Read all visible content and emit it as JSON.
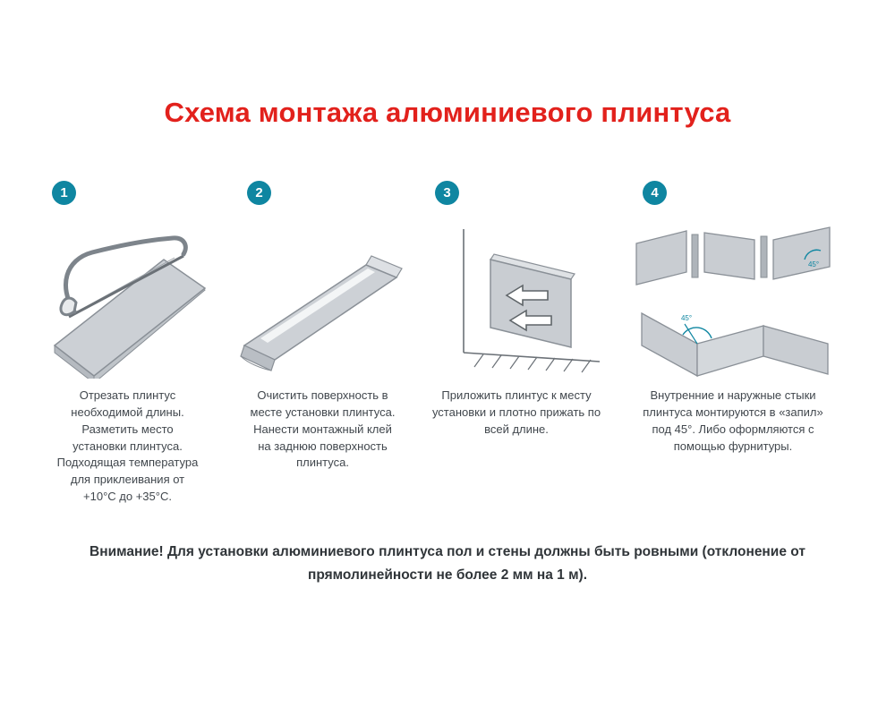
{
  "page": {
    "title": "Схема монтажа алюминиевого плинтуса"
  },
  "steps": [
    {
      "number": "1",
      "illustration": "hacksaw-cutting-plinth",
      "caption": "Отрезать плинтус необходимой длины. Разметить место установки плинтуса. Подходящая температура для приклеивания от +10°С до +35°С."
    },
    {
      "number": "2",
      "illustration": "plinth-profile-with-glue",
      "caption": "Очистить поверхность в месте установки плинтуса. Нанести монтажный клей на заднюю поверхность плинтуса."
    },
    {
      "number": "3",
      "illustration": "plinth-pressed-to-wall",
      "caption": "Приложить плинтус к месту установки и плотно прижать по всей длине.",
      "arrow_icon": "press-direction-arrows"
    },
    {
      "number": "4",
      "illustration": "corner-joints-45-degrees",
      "caption": "Внутренние и наружные стыки плинтуса монтируются в «запил» под 45°. Либо оформляются с помощью фурнитуры.",
      "angle_label": "45°"
    }
  ],
  "note": {
    "label": "Внимание!",
    "text": "Для установки алюминиевого плинтуса пол и стены должны быть ровными (отклонение от прямолинейности не более 2 мм на 1 м)."
  },
  "colors": {
    "title": "#e2211c",
    "step_badge": "#0f86a1",
    "body_text": "#41474d",
    "illustration_fill": "#ccd0d5",
    "illustration_stroke": "#8a9097"
  }
}
